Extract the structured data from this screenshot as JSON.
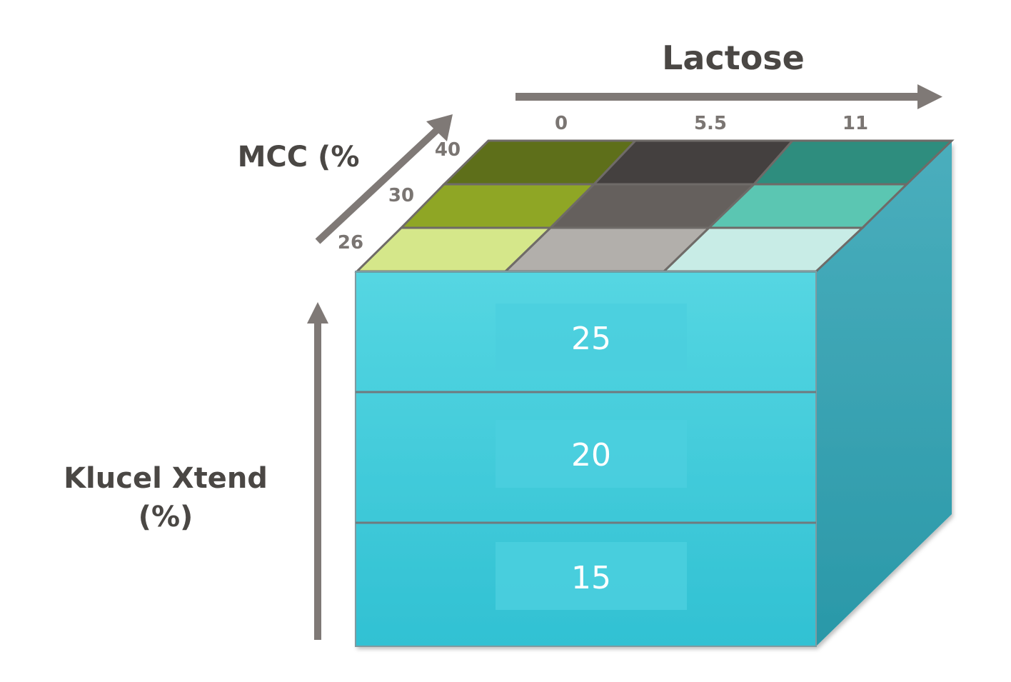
{
  "axes": {
    "lactose": {
      "title": "Lactose",
      "ticks": [
        "0",
        "5.5",
        "11"
      ]
    },
    "mcc": {
      "title": "MCC (%",
      "ticks": [
        "26",
        "30",
        "40"
      ]
    },
    "klucel": {
      "title_line1": "Klucel Xtend",
      "title_line2": "(%)"
    }
  },
  "layers": [
    "25",
    "20",
    "15"
  ],
  "grid_colors": {
    "back_row": [
      "#5e6f1a",
      "#44403f",
      "#2e8d7e"
    ],
    "middle_row": [
      "#8fa625",
      "#65605d",
      "#5bc6b2"
    ],
    "front_row": [
      "#d5e78a",
      "#b2afab",
      "#c8ece6"
    ]
  },
  "colors": {
    "front_face_top": "#55d6e2",
    "front_face_bottom": "#31c1d3",
    "side_face": "#3aa3b3",
    "arrow": "#7f7976",
    "label_box": "#4bcfde"
  }
}
